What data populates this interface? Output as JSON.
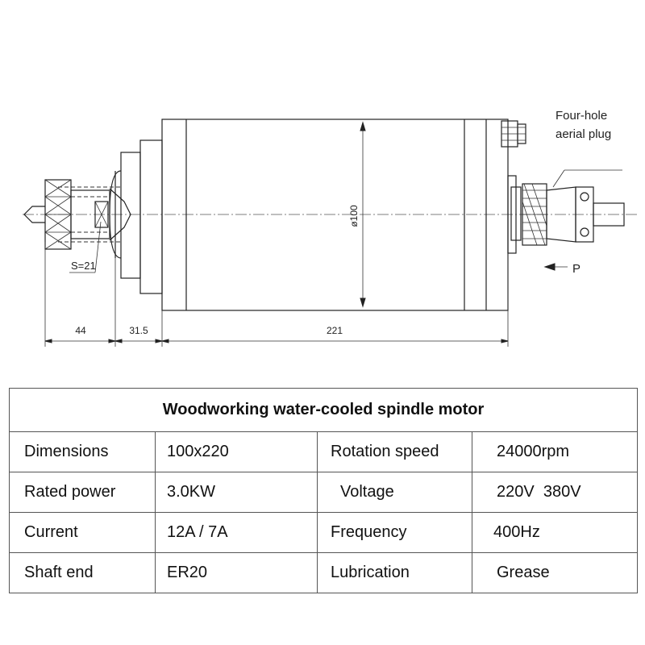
{
  "drawing": {
    "annotations": {
      "plug_label_line1": "Four-hole",
      "plug_label_line2": "aerial plug",
      "wrench_size": "S=21",
      "diameter": "ø100",
      "direction_label": "P"
    },
    "dimensions": [
      "44",
      "31.5",
      "221"
    ]
  },
  "table": {
    "title": "Woodworking water-cooled spindle motor",
    "rows": [
      {
        "label_left": "Dimensions",
        "value_left": "100x220",
        "label_right": "Rotation speed",
        "value_right": "24000rpm"
      },
      {
        "label_left": "Rated power",
        "value_left": "3.0KW",
        "label_right": "Voltage",
        "value_right": "220V  380V"
      },
      {
        "label_left": "Current",
        "value_left": "12A / 7A",
        "label_right": "Frequency",
        "value_right": "400Hz"
      },
      {
        "label_left": "Shaft end",
        "value_left": "ER20",
        "label_right": "Lubrication",
        "value_right": "Grease"
      }
    ]
  }
}
